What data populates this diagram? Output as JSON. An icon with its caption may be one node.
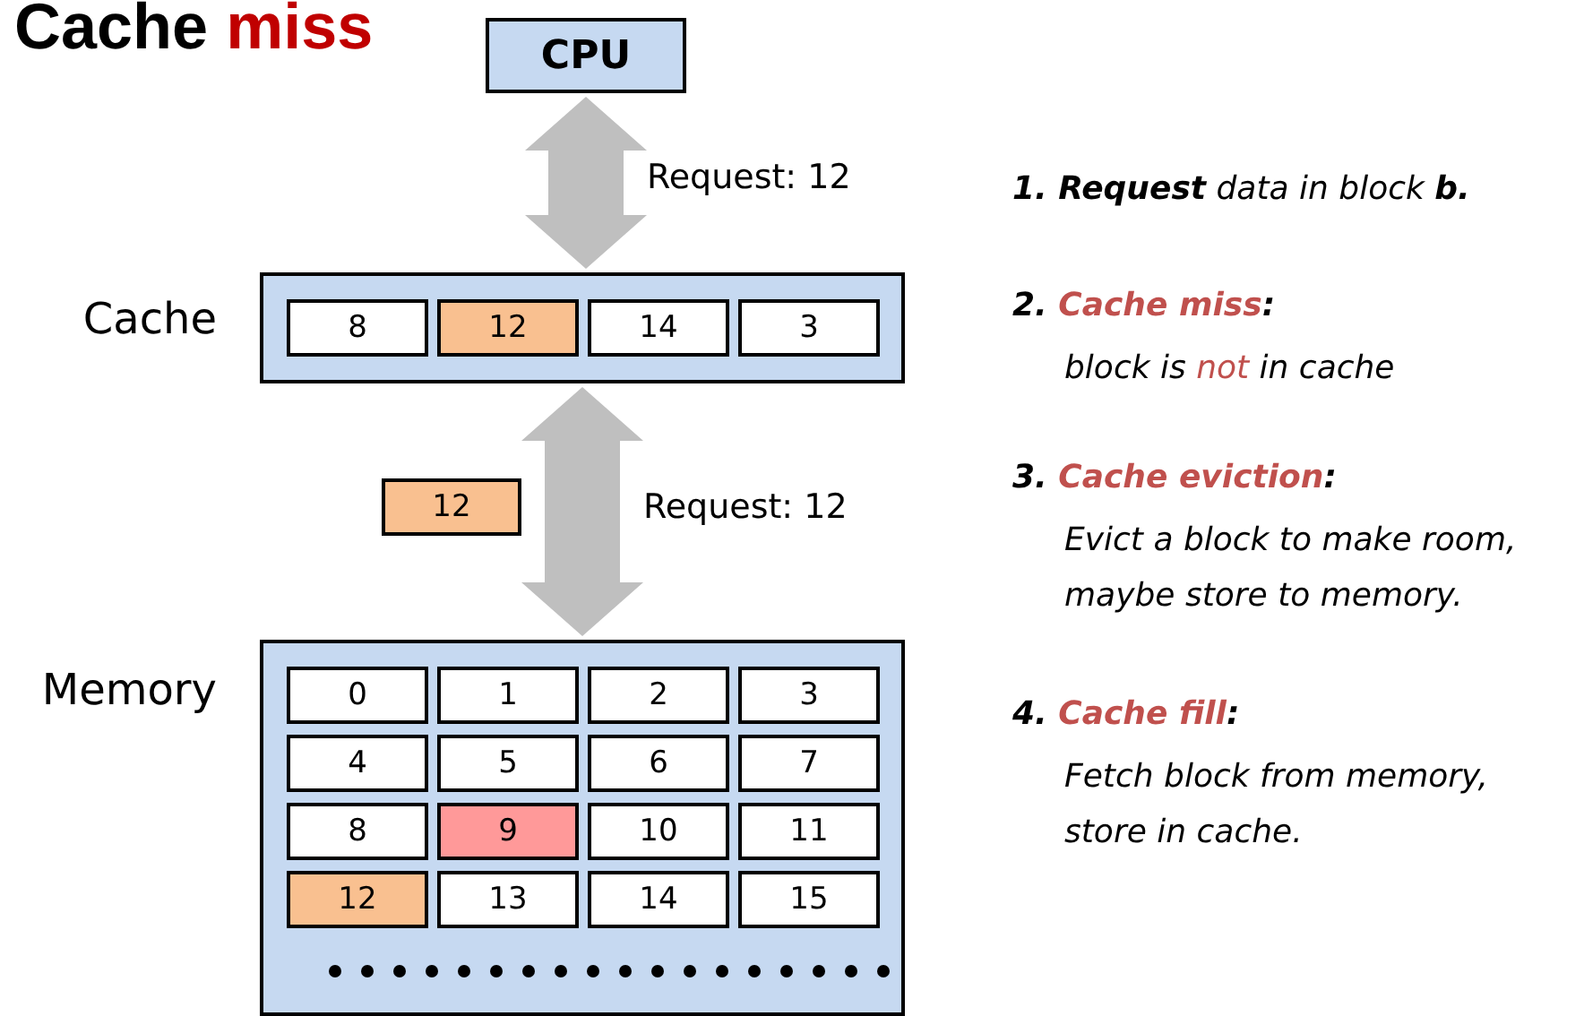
{
  "diagram": {
    "title": "Cache miss",
    "nodes": [
      {
        "text": [
          "CPU"
        ]
      },
      {
        "text": [],
        "shape": "box",
        "beside": [
          "Cache"
        ]
      },
      {
        "text": [
          "8"
        ],
        "in": 1
      },
      {
        "text": [
          "12"
        ],
        "in": 1
      },
      {
        "text": [
          "14"
        ],
        "in": 1
      },
      {
        "text": [
          "3"
        ],
        "in": 1
      },
      {
        "text": [
          "12"
        ]
      },
      {
        "text": [],
        "shape": "box",
        "beside": [
          "Memory"
        ]
      },
      {
        "text": [
          "0"
        ],
        "in": 7
      },
      {
        "text": [
          "1"
        ],
        "in": 7
      },
      {
        "text": [
          "2"
        ],
        "in": 7
      },
      {
        "text": [
          "3"
        ],
        "in": 7
      },
      {
        "text": [
          "4"
        ],
        "in": 7
      },
      {
        "text": [
          "5"
        ],
        "in": 7
      },
      {
        "text": [
          "6"
        ],
        "in": 7
      },
      {
        "text": [
          "7"
        ],
        "in": 7
      },
      {
        "text": [
          "8"
        ],
        "in": 7
      },
      {
        "text": [
          "9"
        ],
        "in": 7
      },
      {
        "text": [
          "10"
        ],
        "in": 7
      },
      {
        "text": [
          "11"
        ],
        "in": 7
      },
      {
        "text": [
          "12"
        ],
        "in": 7
      },
      {
        "text": [
          "13"
        ],
        "in": 7
      },
      {
        "text": [
          "14"
        ],
        "in": 7
      },
      {
        "text": [
          "15"
        ],
        "in": 7
      }
    ],
    "edges": [
      {
        "from": 0,
        "to": 1,
        "arrow": "both",
        "label": "Request: 12"
      },
      {
        "from": 1,
        "to": 7,
        "arrow": "both",
        "label": "Request: 12"
      }
    ],
    "labels": [
      "**1. Request** data in block **b.**",
      "2. *Cache miss*:",
      "block is *not* in cache",
      "3. *Cache eviction*:",
      "Evict a block to make room, maybe store to memory.",
      "4. *Cache fill*:",
      "Fetch block from memory, store in cache."
    ]
  }
}
